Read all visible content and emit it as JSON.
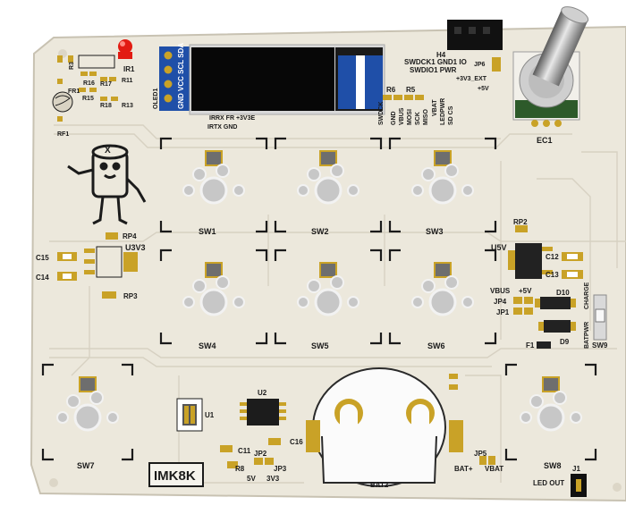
{
  "board": {
    "name_label": "IMK8K",
    "colors": {
      "substrate": "#ece8dc",
      "trace": "#d9d4c6",
      "pad_gold": "#c9a227",
      "silkscreen": "#1b1b1b",
      "oled_blue": "#1f4fa8"
    }
  },
  "switches": [
    {
      "label": "SW1"
    },
    {
      "label": "SW2"
    },
    {
      "label": "SW3"
    },
    {
      "label": "SW4"
    },
    {
      "label": "SW5"
    },
    {
      "label": "SW6"
    },
    {
      "label": "SW7"
    },
    {
      "label": "SW8"
    }
  ],
  "oled": {
    "name": "OLED1",
    "pins": [
      "GND",
      "VCC",
      "SCL",
      "SDA"
    ]
  },
  "header_h4": {
    "name": "H4",
    "row1": "SWDCK1 GND1  IO",
    "row2": "SWDIO1 PWR",
    "jp6": "JP6",
    "v3_ext": "+3V3_EXT",
    "v5": "+5V"
  },
  "encoder": {
    "name": "EC1"
  },
  "mid_labels": {
    "irrx_fr": "IRRX   FR   +3V3E",
    "irtx_gnd": "IRTX  GND",
    "swdck": "SWDCK",
    "gnd": "GND",
    "vbus": "VBUS",
    "mosi": "MOSI",
    "sck": "SCK",
    "miso": "MISO",
    "vbat": "VBAT",
    "ledpwr": "LEDPWR",
    "sd_cs": "SD CS",
    "r6": "R6",
    "r5": "R5"
  },
  "parts": {
    "ir1": "IR1",
    "r3": "R3",
    "r16": "R16",
    "r15": "R15",
    "r17": "R17",
    "r11": "R11",
    "r18": "R18",
    "r13": "R13",
    "fr1": "FR1",
    "rf1": "RF1",
    "rp4": "RP4",
    "u3v3": "U3V3",
    "c15": "C15",
    "c14": "C14",
    "rp3": "RP3",
    "rp2": "RP2",
    "u5v": "U5V",
    "c12": "C12",
    "c13": "C13",
    "vbus": "VBUS",
    "plus5v": "+5V",
    "jp4": "JP4",
    "jp1": "JP1",
    "d10": "D10",
    "d9": "D9",
    "f1": "F1",
    "charge": "CHARGE",
    "batpwr": "BATPWR",
    "sw9": "SW9",
    "u1": "U1",
    "u2": "U2",
    "c16": "C16",
    "c11": "C11",
    "r8": "R8",
    "jp2": "JP2",
    "jp3": "JP3",
    "v5_label": "5V",
    "v3v3_label": "3V3",
    "bat2": "BAT2",
    "jp5": "JP5",
    "bat_plus": "BAT+",
    "vbat": "VBAT",
    "j1": "J1",
    "led_out": "LED OUT"
  }
}
